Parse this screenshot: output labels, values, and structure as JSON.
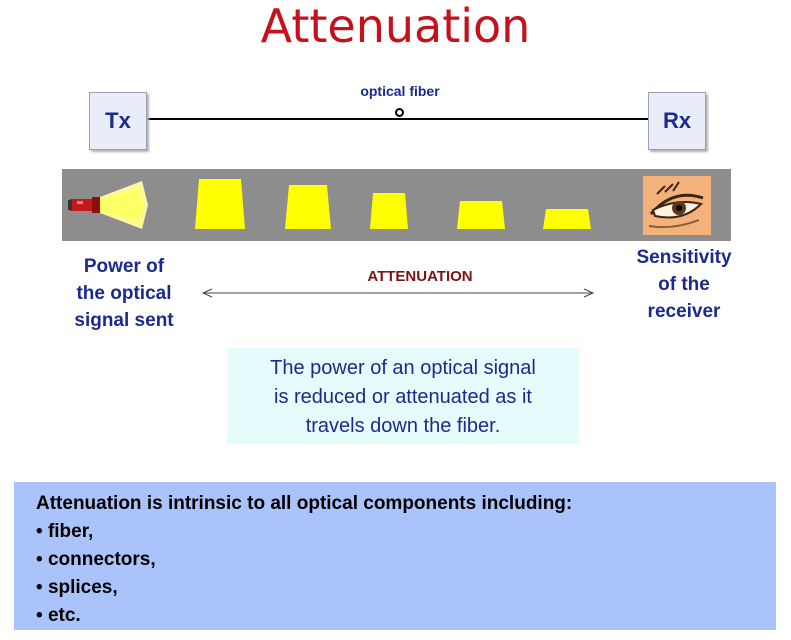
{
  "title": "Attenuation",
  "tx_label": "Tx",
  "rx_label": "Rx",
  "fiber_label": "optical fiber",
  "power_label": [
    "Power of",
    "the optical",
    "signal sent"
  ],
  "sensitivity_label": [
    "Sensitivity",
    "of the",
    "receiver"
  ],
  "attenuation_label": "ATTENUATION",
  "note_lines": [
    "The power of an optical signal",
    "is reduced or attenuated as it",
    "travels down the fiber."
  ],
  "bottom": {
    "heading": "Attenuation is intrinsic to all optical components including:",
    "items": [
      "fiber,",
      "connectors,",
      "splices,",
      "etc."
    ]
  },
  "colors": {
    "title": "#c4121c",
    "label_blue": "#1b2a8f",
    "attenuation_red": "#7a1414",
    "pulse_yellow": "#ffff00",
    "band_gray": "#8d8d8d",
    "note_bg": "#e6fbfb",
    "bottom_bg": "#aac4fb"
  },
  "icons": [
    "flashlight-icon",
    "eye-icon"
  ]
}
